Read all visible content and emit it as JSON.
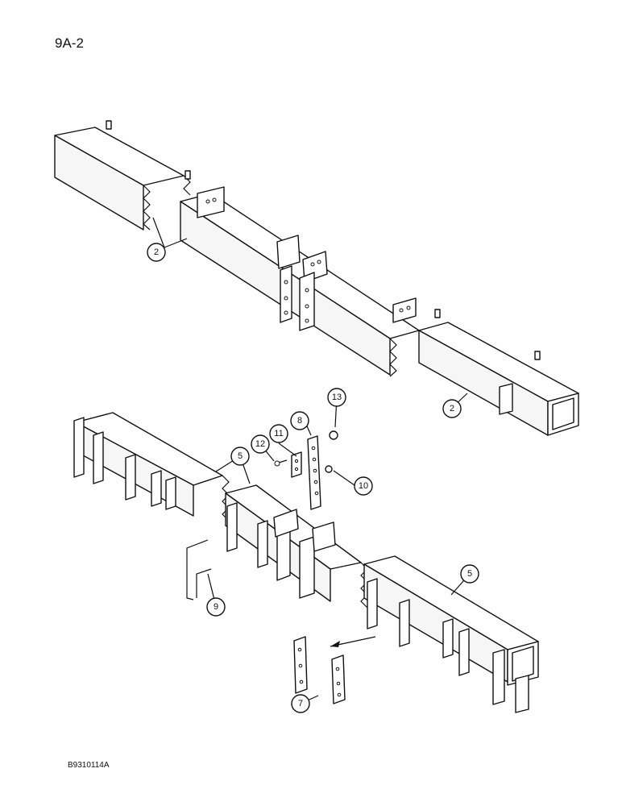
{
  "page_label": "9A-2",
  "reference_code": "B9310114A",
  "callouts": [
    {
      "id": "c2a",
      "label": "2"
    },
    {
      "id": "c2b",
      "label": "2"
    },
    {
      "id": "c13",
      "label": "13"
    },
    {
      "id": "c8",
      "label": "8"
    },
    {
      "id": "c11",
      "label": "11"
    },
    {
      "id": "c12",
      "label": "12"
    },
    {
      "id": "c5a",
      "label": "5"
    },
    {
      "id": "c10",
      "label": "10"
    },
    {
      "id": "c5b",
      "label": "5"
    },
    {
      "id": "c9",
      "label": "9"
    },
    {
      "id": "c7",
      "label": "7"
    }
  ]
}
